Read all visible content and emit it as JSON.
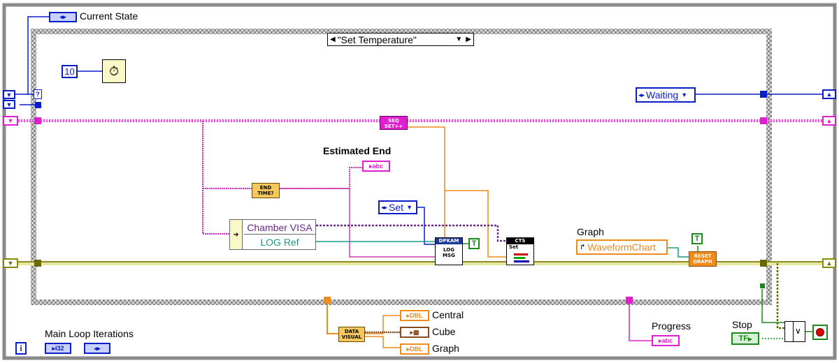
{
  "case_selector": {
    "value": "\"Set Temperature\""
  },
  "labels": {
    "current_state": "Current State",
    "estimated_end": "Estimated End",
    "graph": "Graph",
    "main_loop_iterations": "Main Loop Iterations",
    "progress": "Progress",
    "stop": "Stop",
    "central": "Central",
    "cube": "Cube",
    "graph_out": "Graph"
  },
  "constants": {
    "wait_ms": "10",
    "state_waiting": "Waiting",
    "state_set": "Set",
    "waveform_chart": "WaveformChart",
    "true_a": "T",
    "true_b": "T"
  },
  "cluster": {
    "field1": "Chamber VISA",
    "field2": "LOG Ref"
  },
  "terminals": {
    "abc": "abc",
    "dbl": "DBL",
    "i32": "I32",
    "tf": "TF",
    "iter": "i",
    "selector_q": "?"
  },
  "subvis": {
    "seq": "SEQ\nSET++",
    "end_time": "END\nTIME?",
    "dpkam_top": "DPKAM",
    "dpkam_body": "LOG\nMSG",
    "cts_top": "CTS",
    "cts_body": "Set",
    "reset_graph": "RESET\nGRAPH",
    "data_visual": "DATA\nVISUAL"
  },
  "colors": {
    "enum_blue": "#0a1ec8",
    "cluster_pink": "#e020d0",
    "string_pink": "#d03ca8",
    "refnum_olive": "#8a8a00",
    "numeric_orange": "#f08a18",
    "bool_green": "#1a8a1a",
    "teal": "#1a9a8a",
    "purple": "#6a2a8a",
    "frame_gray": "#8a8a8a"
  }
}
